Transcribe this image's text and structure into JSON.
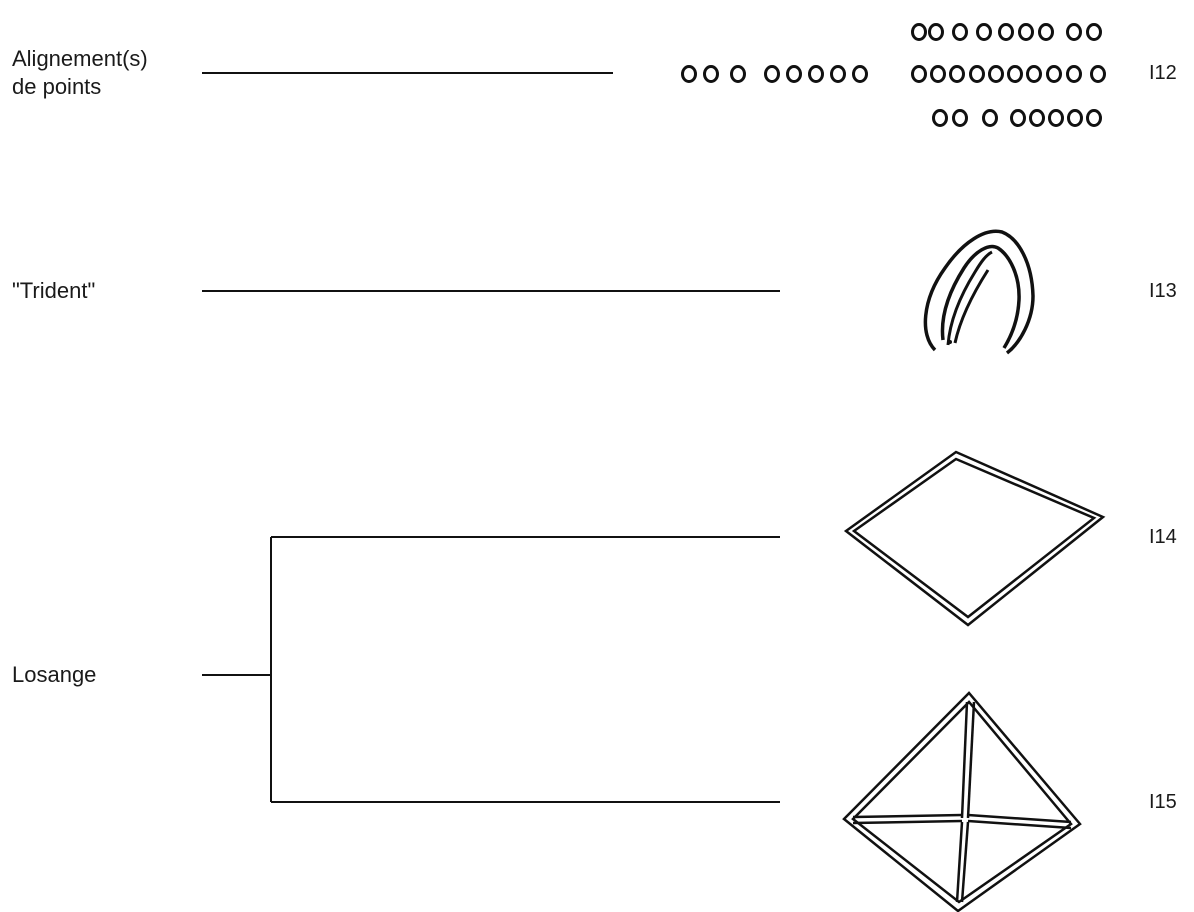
{
  "rows": [
    {
      "label_line1": "Alignement(s)",
      "label_line2": "de points",
      "code": "I12"
    },
    {
      "label": "\"Trident\"",
      "code": "I13"
    },
    {
      "label": "Losange",
      "branches": [
        {
          "code": "I14"
        },
        {
          "code": "I15"
        }
      ]
    }
  ]
}
